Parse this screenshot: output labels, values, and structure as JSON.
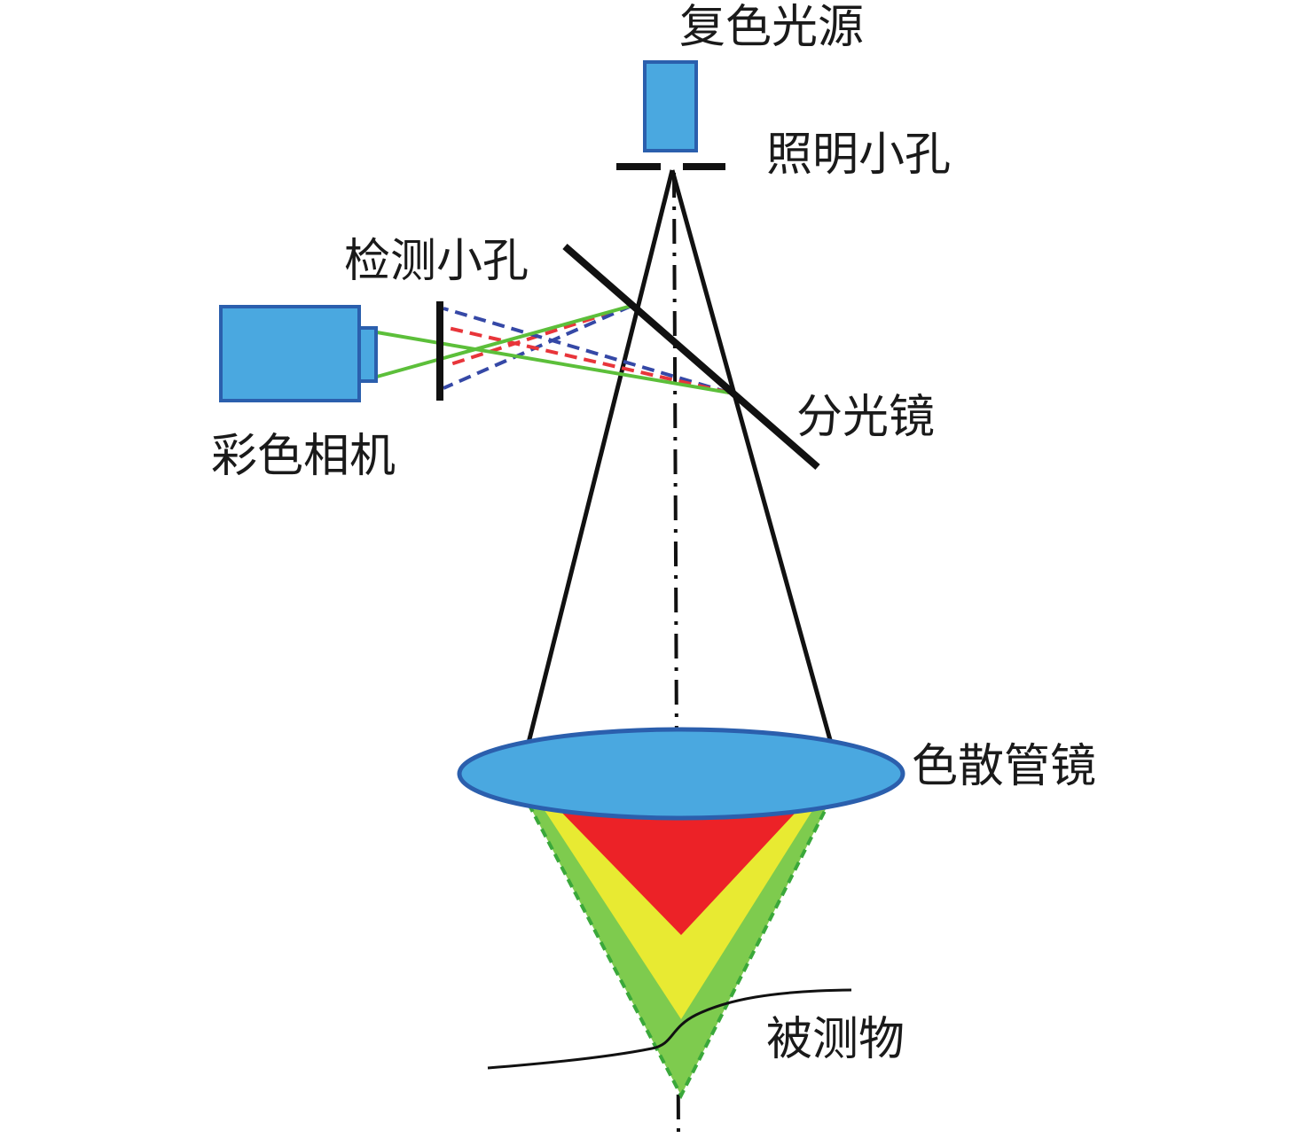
{
  "labels": {
    "light_source": "复色光源",
    "illumination_pinhole": "照明小孔",
    "detection_pinhole": "检测小孔",
    "color_camera": "彩色相机",
    "beam_splitter": "分光镜",
    "dispersive_lens": "色散管镜",
    "measured_object": "被测物"
  },
  "colors": {
    "component_fill": "#4aa8e0",
    "component_stroke": "#2b5fad",
    "line": "#111111",
    "red_ray": "#e8353a",
    "blue_ray": "#3548a6",
    "green_ray": "#5cbf3a",
    "cone_red": "#ec2227",
    "cone_yellow": "#e8ea32",
    "cone_green": "#7ecb4e",
    "cone_edge": "#3aa83a"
  }
}
